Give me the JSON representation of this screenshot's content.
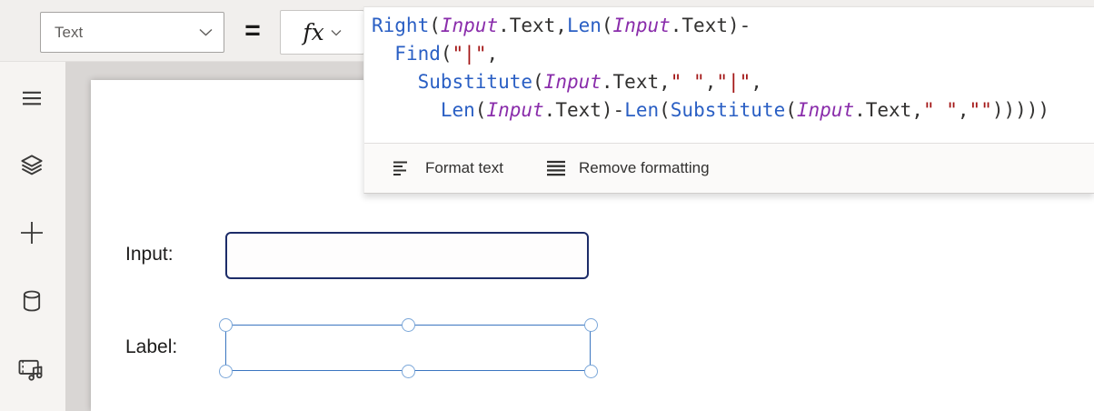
{
  "toolbar": {
    "property_dropdown": {
      "value": "Text",
      "icon": "chevron-down-icon"
    },
    "equals_sign": "=",
    "fx_button": {
      "label": "fx",
      "icon": "chevron-down-icon"
    }
  },
  "formula_bar": {
    "code_lines": [
      [
        {
          "t": "fn",
          "v": "Right"
        },
        {
          "t": "pl",
          "v": "("
        },
        {
          "t": "id",
          "v": "Input"
        },
        {
          "t": "pl",
          "v": ".Text,"
        },
        {
          "t": "fn",
          "v": "Len"
        },
        {
          "t": "pl",
          "v": "("
        },
        {
          "t": "id",
          "v": "Input"
        },
        {
          "t": "pl",
          "v": ".Text)-"
        }
      ],
      [
        {
          "t": "pl",
          "v": "  "
        },
        {
          "t": "fn",
          "v": "Find"
        },
        {
          "t": "pl",
          "v": "("
        },
        {
          "t": "str",
          "v": "\"|\""
        },
        {
          "t": "pl",
          "v": ","
        }
      ],
      [
        {
          "t": "pl",
          "v": "    "
        },
        {
          "t": "fn",
          "v": "Substitute"
        },
        {
          "t": "pl",
          "v": "("
        },
        {
          "t": "id",
          "v": "Input"
        },
        {
          "t": "pl",
          "v": ".Text,"
        },
        {
          "t": "str",
          "v": "\" \""
        },
        {
          "t": "pl",
          "v": ","
        },
        {
          "t": "str",
          "v": "\"|\""
        },
        {
          "t": "pl",
          "v": ","
        }
      ],
      [
        {
          "t": "pl",
          "v": "      "
        },
        {
          "t": "fn",
          "v": "Len"
        },
        {
          "t": "pl",
          "v": "("
        },
        {
          "t": "id",
          "v": "Input"
        },
        {
          "t": "pl",
          "v": ".Text)-"
        },
        {
          "t": "fn",
          "v": "Len"
        },
        {
          "t": "pl",
          "v": "("
        },
        {
          "t": "fn",
          "v": "Substitute"
        },
        {
          "t": "pl",
          "v": "("
        },
        {
          "t": "id",
          "v": "Input"
        },
        {
          "t": "pl",
          "v": ".Text,"
        },
        {
          "t": "str",
          "v": "\" \""
        },
        {
          "t": "pl",
          "v": ","
        },
        {
          "t": "str",
          "v": "\"\""
        },
        {
          "t": "pl",
          "v": ")))))"
        }
      ]
    ],
    "actions": [
      {
        "label": "Format text",
        "icon": "format-text-icon"
      },
      {
        "label": "Remove formatting",
        "icon": "remove-formatting-icon"
      }
    ]
  },
  "sidebar": {
    "items": [
      {
        "icon": "hamburger-menu-icon"
      },
      {
        "icon": "layers-icon"
      },
      {
        "icon": "add-icon"
      },
      {
        "icon": "data-icon"
      },
      {
        "icon": "media-icon"
      }
    ]
  },
  "canvas": {
    "input_caption": "Input:",
    "input_value": "",
    "label_caption": "Label:",
    "label_value": ""
  },
  "colors": {
    "code_function": "#2a5fc4",
    "code_identifier": "#8a2dab",
    "code_string": "#a31515",
    "code_plain": "#323130",
    "input_border": "#1d2c68",
    "selection_blue": "#3b76c0",
    "handle_border": "#7ba7d9"
  }
}
